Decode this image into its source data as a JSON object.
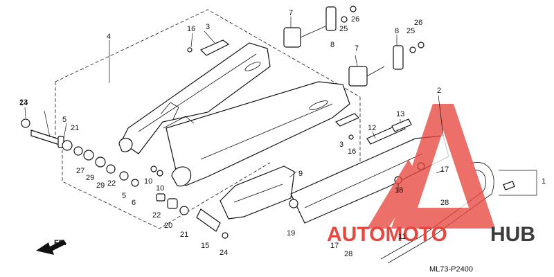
{
  "diagram": {
    "code": "ML73-P2400",
    "direction_label": "FR.",
    "callouts": [
      "1",
      "2",
      "3",
      "3",
      "4",
      "5",
      "5",
      "6",
      "7",
      "7",
      "8",
      "8",
      "9",
      "10",
      "10",
      "11",
      "12",
      "13",
      "14",
      "15",
      "16",
      "16",
      "17",
      "17",
      "18",
      "19",
      "20",
      "21",
      "21",
      "22",
      "22",
      "23",
      "24",
      "25",
      "25",
      "26",
      "26",
      "27",
      "28",
      "28",
      "29",
      "29"
    ],
    "watermark": {
      "prefix": "AUTOMOTO",
      "suffix": "HUB",
      "colors": {
        "logo": "#e8473f",
        "suffix": "#3c3c3c"
      }
    }
  }
}
